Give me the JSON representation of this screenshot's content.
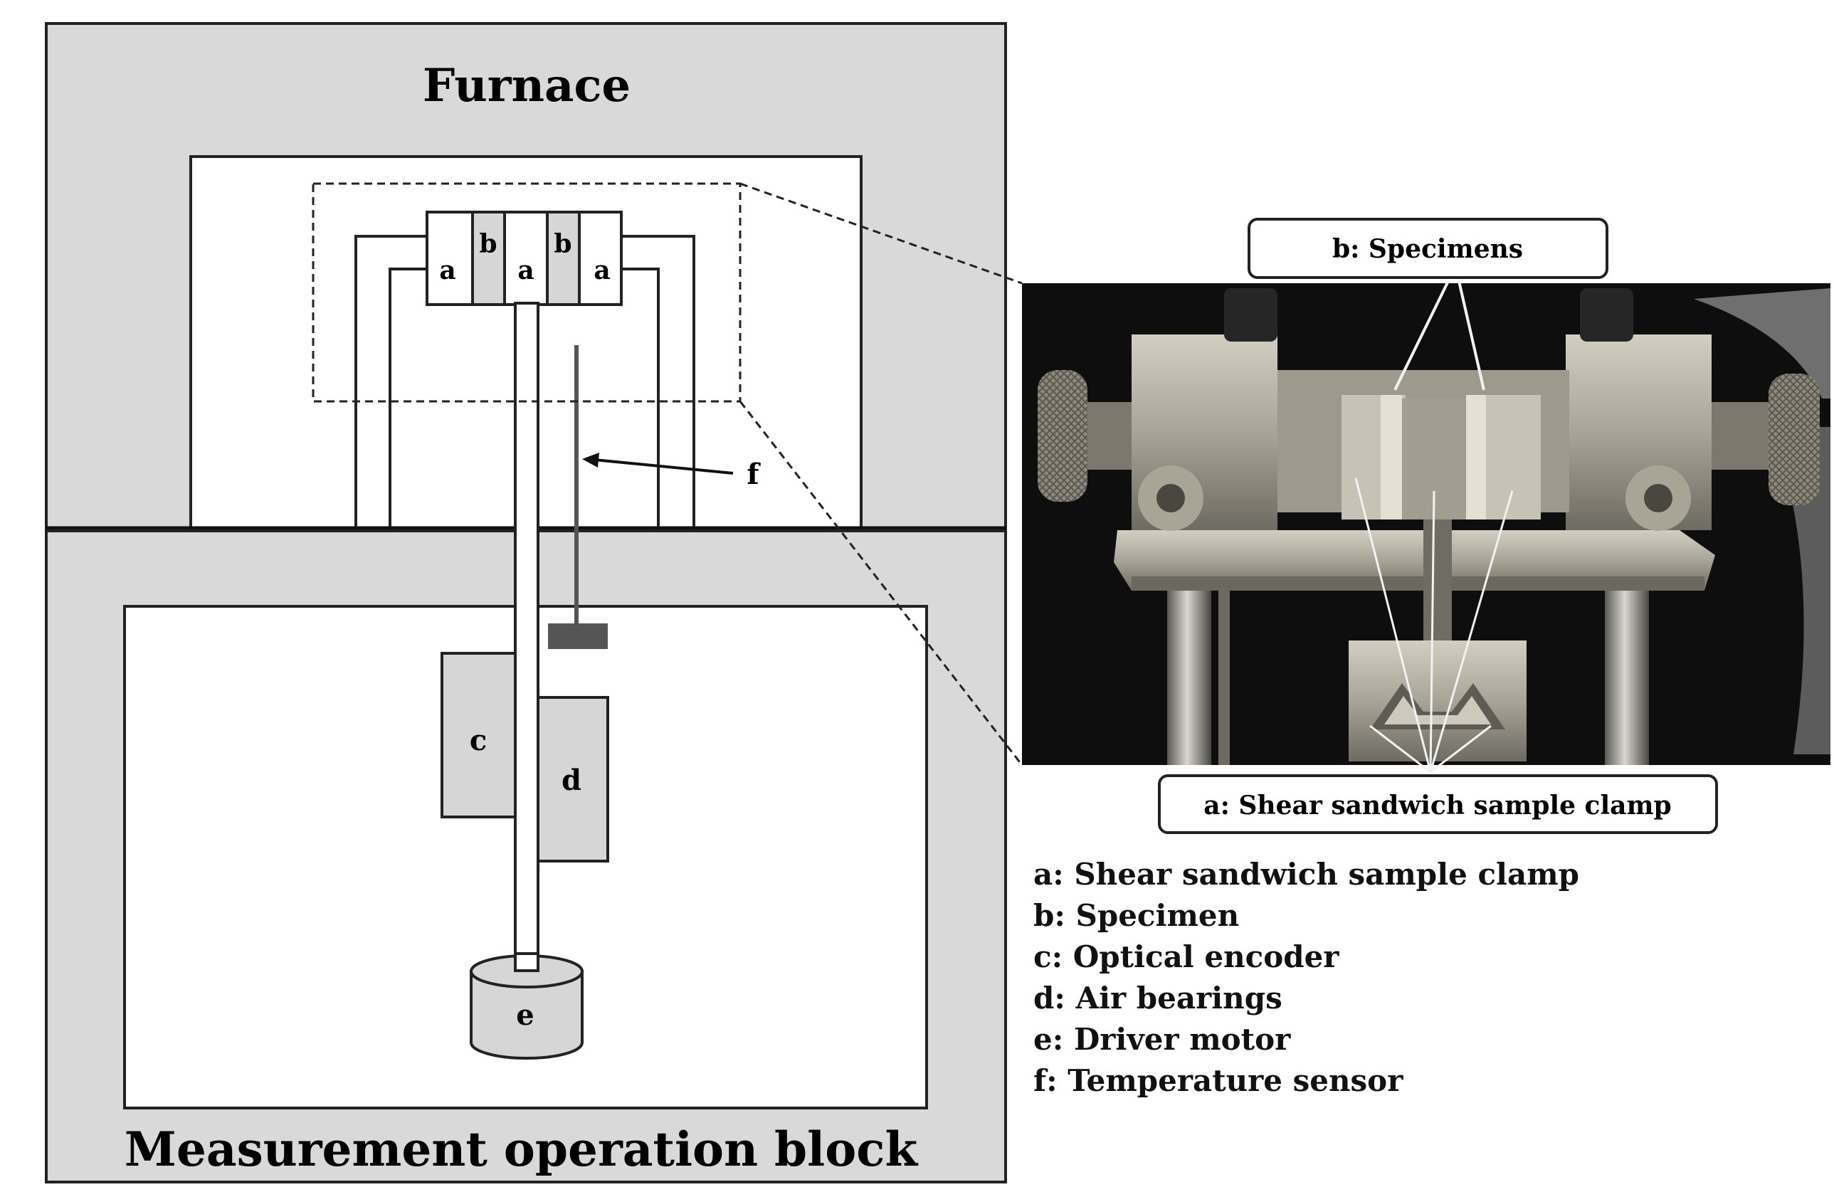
{
  "diagram": {
    "title_top": "Furnace",
    "title_bottom": "Measurement operation block",
    "part_labels": {
      "a": "a",
      "b": "b",
      "c": "c",
      "d": "d",
      "e": "e",
      "f": "f"
    }
  },
  "photo": {
    "callout_specimens": "b: Specimens",
    "callout_clamp": "a: Shear sandwich sample clamp"
  },
  "legend": [
    "a: Shear sandwich sample clamp",
    "b: Specimen",
    "c: Optical encoder",
    "d: Air bearings",
    "e: Driver motor",
    "f: Temperature sensor"
  ],
  "colors": {
    "outer_fill": "#d9d9d9",
    "inner_fill": "#ffffff",
    "part_fill": "#d6d6d6",
    "sensor_block": "#555555",
    "photo_bg": "#101010",
    "metal_light": "#b9b5a8",
    "metal_mid": "#8a877d"
  }
}
